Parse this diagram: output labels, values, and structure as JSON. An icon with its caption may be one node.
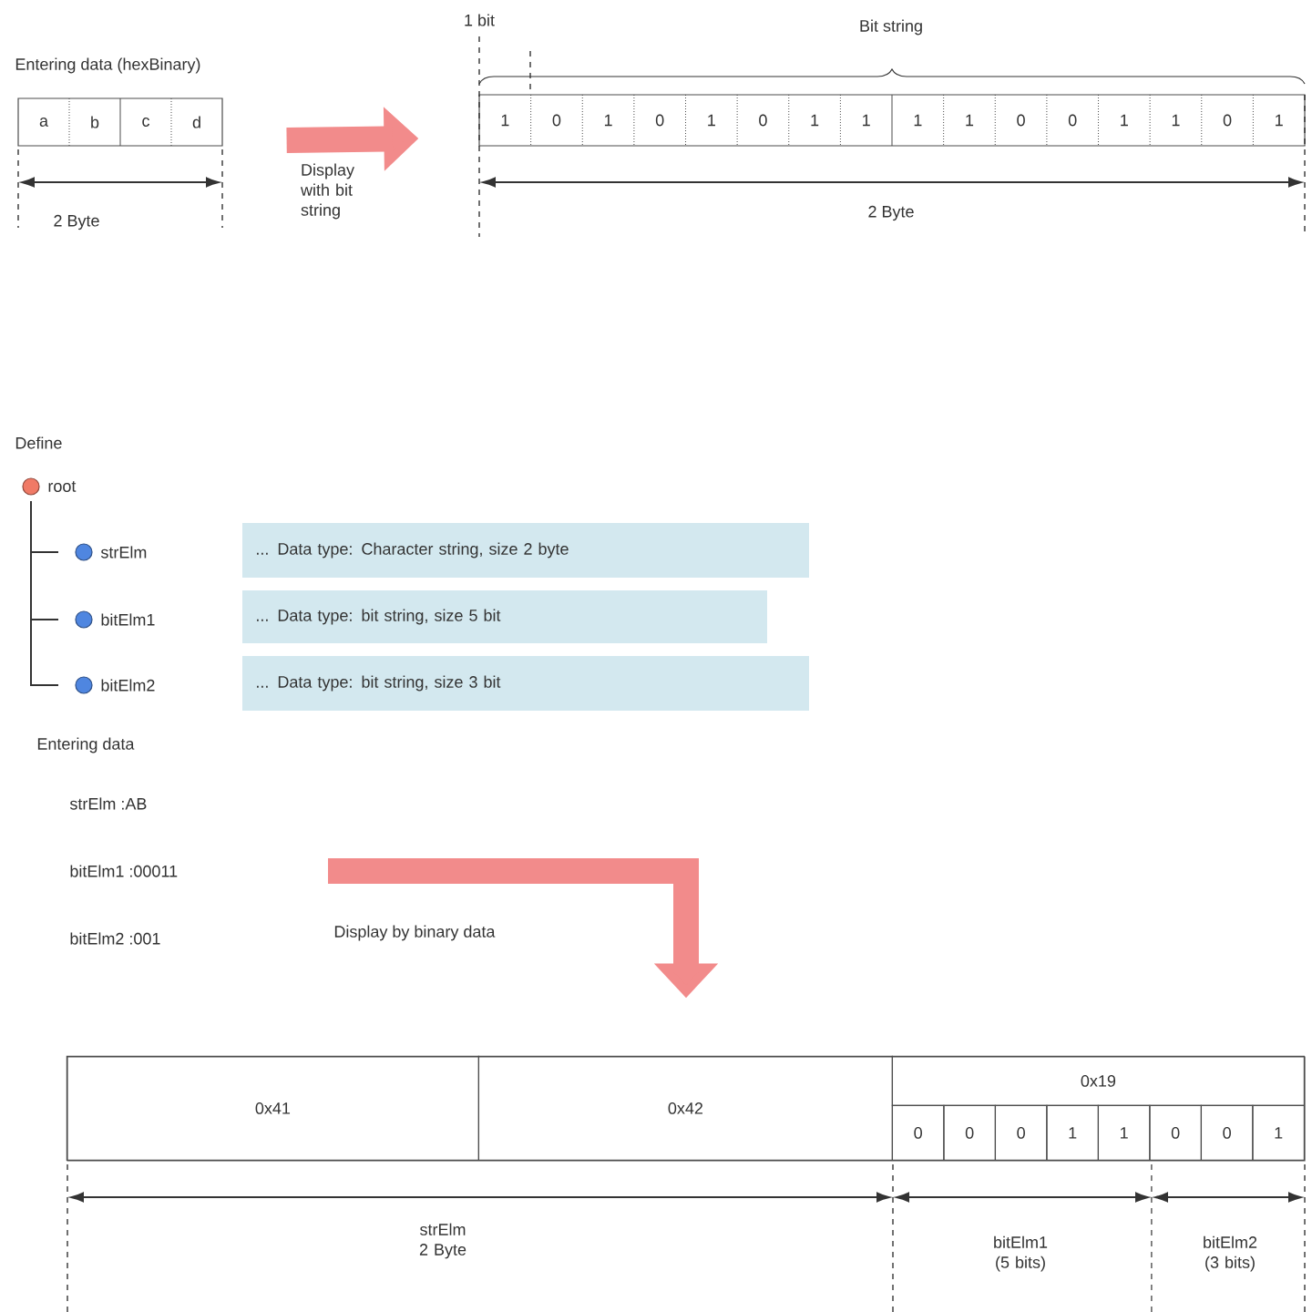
{
  "diagram": {
    "nodes": [
      {
        "text": [
          "a",
          "b",
          "c",
          "d"
        ]
      },
      {
        "text": [
          "1",
          "0",
          "1",
          "0",
          "1",
          "0",
          "1",
          "1",
          "1",
          "1",
          "0",
          "0",
          "1",
          "1",
          "0",
          "1"
        ]
      },
      {
        "text": [
          "root"
        ]
      },
      {
        "text": [
          "strElm"
        ]
      },
      {
        "text": [
          "bitElm1"
        ]
      },
      {
        "text": [
          "bitElm2"
        ]
      },
      {
        "text": [
          "... Data type: Character string, size 2 byte"
        ]
      },
      {
        "text": [
          "... Data type: bit string, size 5 bit"
        ]
      },
      {
        "text": [
          "... Data type: bit string, size 3 bit"
        ]
      },
      {
        "text": [],
        "shape": "box"
      },
      {
        "text": [
          "0x41"
        ],
        "in": 9
      },
      {
        "text": [
          "0x42"
        ],
        "in": 9
      },
      {
        "text": [
          "0x19"
        ],
        "in": 9
      },
      {
        "text": [
          "0"
        ],
        "in": 9
      },
      {
        "text": [
          "0"
        ],
        "in": 9
      },
      {
        "text": [
          "0"
        ],
        "in": 9
      },
      {
        "text": [
          "1"
        ],
        "in": 9
      },
      {
        "text": [
          "1"
        ],
        "in": 9
      },
      {
        "text": [
          "0"
        ],
        "in": 9
      },
      {
        "text": [
          "0"
        ],
        "in": 9
      },
      {
        "text": [
          "1"
        ],
        "in": 9
      }
    ],
    "edges": [
      {
        "from": 0,
        "to": 1,
        "arrow": "to",
        "label": "Display with bit string",
        "style": "thick",
        "color": "#f28b8b"
      },
      {
        "from": null,
        "to": 9,
        "arrow": "to",
        "label": "Display by binary data",
        "style": "thick",
        "color": "#f28b8b"
      },
      {
        "from": 2,
        "to": 3,
        "arrow": "none"
      },
      {
        "from": 2,
        "to": 4,
        "arrow": "none"
      },
      {
        "from": 2,
        "to": 5,
        "arrow": "none"
      }
    ],
    "labels": [
      "Entering data (hexBinary)",
      "1 bit",
      "Bit string",
      "2 Byte",
      "2 Byte",
      "Define",
      "Entering data",
      "strElm :AB",
      "bitElm1 :00011",
      "bitElm2 :001",
      "strElm 2 Byte",
      "bitElm1 (5 bits)",
      "bitElm2 (3 bits)"
    ]
  }
}
